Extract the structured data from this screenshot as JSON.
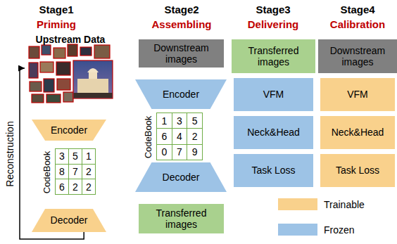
{
  "diagram": {
    "nodes": [
      {
        "text": [
          "Upstream Data"
        ]
      },
      {
        "text": [
          "Encoder"
        ]
      },
      {
        "text": [
          "CodeBook"
        ]
      },
      {
        "text": [
          "Decoder"
        ]
      },
      {
        "text": [
          "Downstream images"
        ]
      },
      {
        "text": [
          "Encoder"
        ]
      },
      {
        "text": [
          "CodeBook"
        ]
      },
      {
        "text": [
          "Decoder"
        ]
      },
      {
        "text": [
          "Transferred images"
        ]
      },
      {
        "text": [
          "Transferred images"
        ]
      },
      {
        "text": [
          "VFM"
        ]
      },
      {
        "text": [
          "Neck&Head"
        ]
      },
      {
        "text": [
          "Task Loss"
        ]
      },
      {
        "text": [
          "Downstream images"
        ]
      },
      {
        "text": [
          "VFM"
        ]
      },
      {
        "text": [
          "Neck&Head"
        ]
      },
      {
        "text": [
          "Task Loss"
        ]
      }
    ],
    "edges": [
      {
        "from": 3,
        "to": 0,
        "label": "Reconstruction",
        "arrow": "to"
      }
    ],
    "labels": [
      "Stage1",
      "Priming",
      "Stage2",
      "Assembling",
      "Stage3",
      "Delivering",
      "Stage4",
      "Calibration",
      "3",
      "5",
      "1",
      "8",
      "7",
      "2",
      "6",
      "2",
      "2",
      "1",
      "3",
      "5",
      "6",
      "4",
      "2",
      "0",
      "7",
      "9"
    ],
    "legend": [
      {
        "text": "Trainable",
        "color": "#f9d18c"
      },
      {
        "text": "Frozen",
        "color": "#9dc3e6"
      }
    ]
  }
}
